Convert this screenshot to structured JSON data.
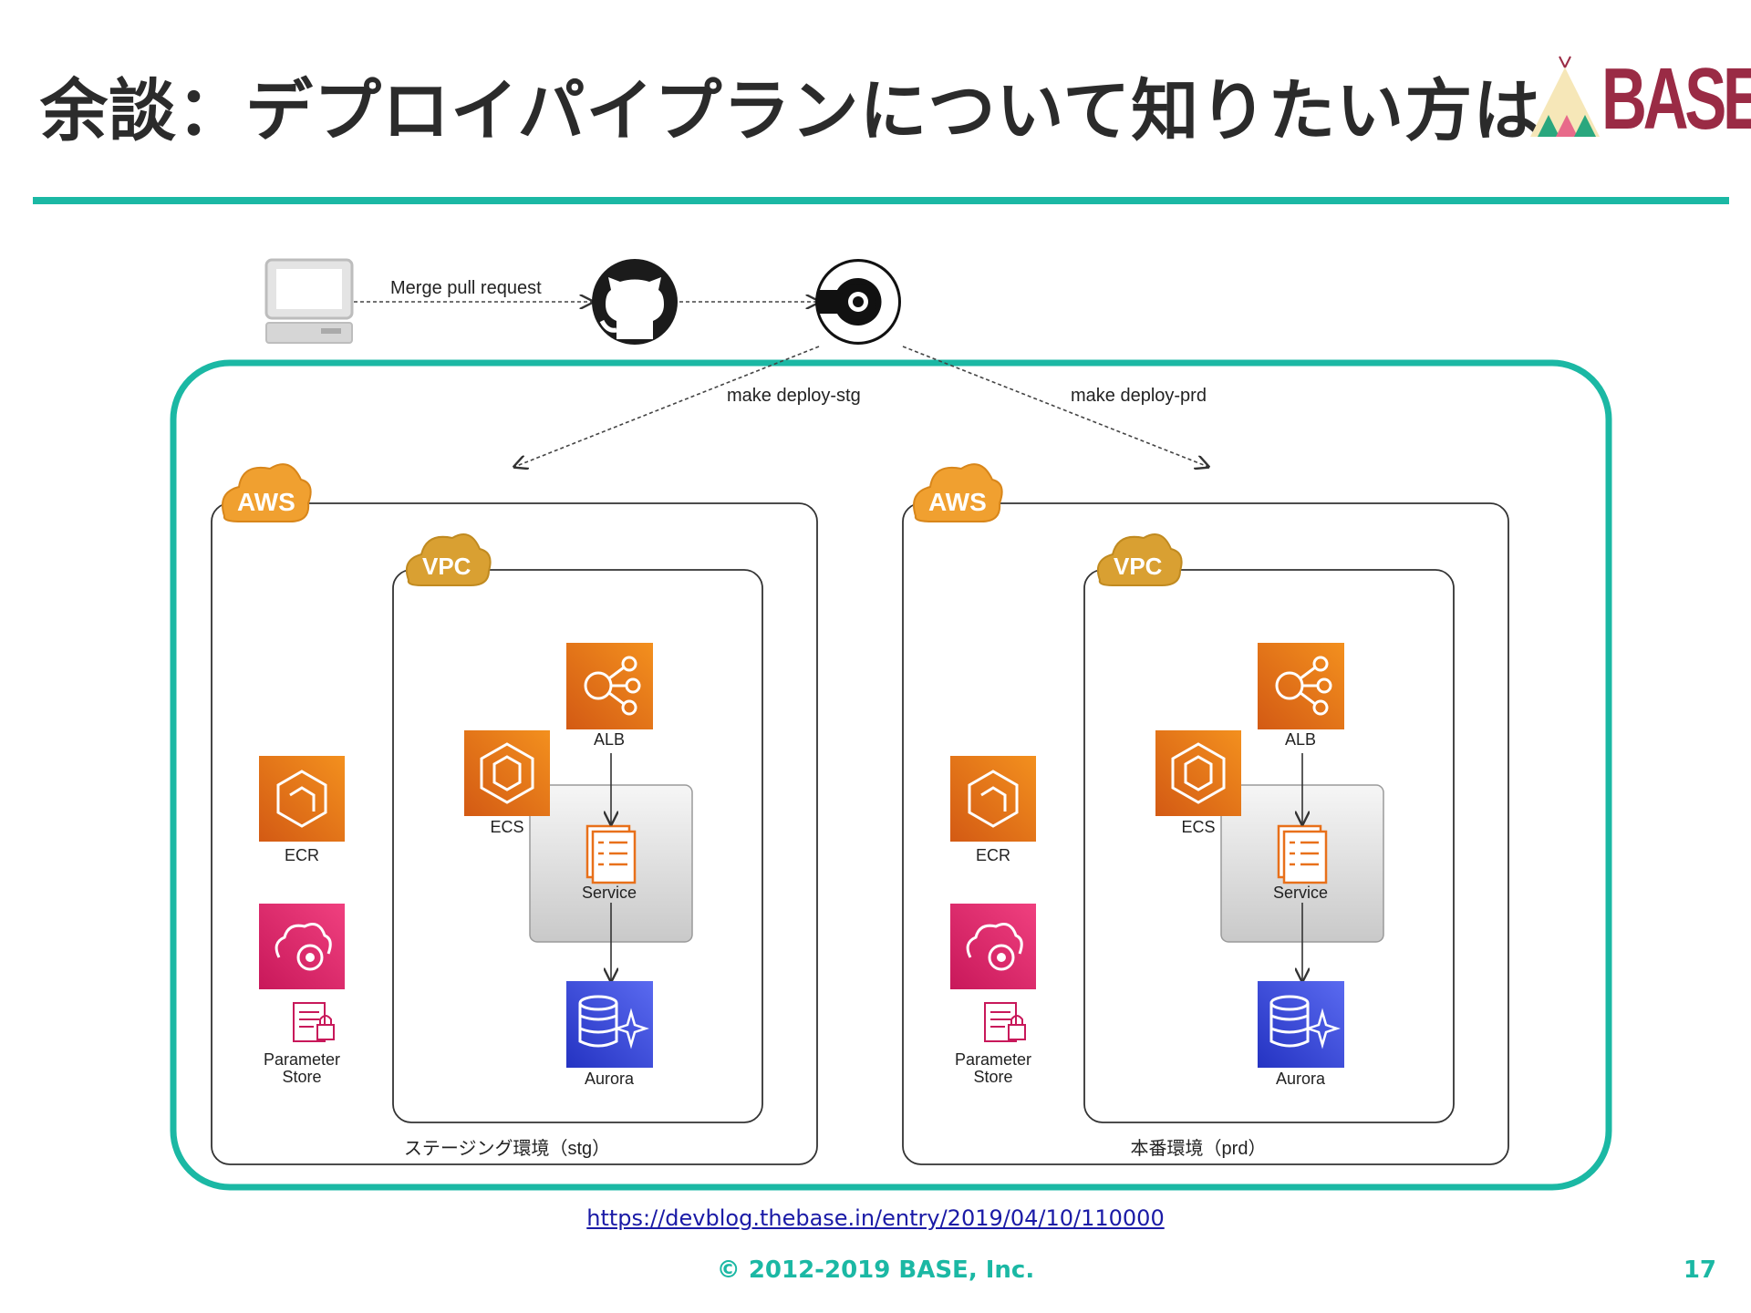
{
  "slide": {
    "title": "余談：デプロイパイプランについて知りたい方は",
    "logo_text": "BASE",
    "url": "https://devblog.thebase.in/entry/2019/04/10/110000",
    "footer": "© 2012-2019 BASE, Inc.",
    "page_number": "17"
  },
  "diagram": {
    "pipeline": {
      "merge_label": "Merge pull request",
      "deploy_stg_label": "make deploy-stg",
      "deploy_prd_label": "make deploy-prd",
      "icons": [
        "laptop-icon",
        "github-icon",
        "circleci-icon"
      ]
    },
    "environments": [
      {
        "cloud_label": "AWS",
        "vpc_label": "VPC",
        "ecr_label": "ECR",
        "param_label_1": "Parameter",
        "param_label_2": "Store",
        "alb_label": "ALB",
        "ecs_label": "ECS",
        "service_label": "Service",
        "aurora_label": "Aurora",
        "env_label": "ステージング環境（stg）"
      },
      {
        "cloud_label": "AWS",
        "vpc_label": "VPC",
        "ecr_label": "ECR",
        "param_label_1": "Parameter",
        "param_label_2": "Store",
        "alb_label": "ALB",
        "ecs_label": "ECS",
        "service_label": "Service",
        "aurora_label": "Aurora",
        "env_label": "本番環境（prd）"
      }
    ]
  },
  "colors": {
    "accent": "#1bb8a4",
    "orange": "#e8701a",
    "pink": "#d6246e",
    "blue": "#3b48d8",
    "aws_cloud": "#f0a030",
    "vpc_cloud": "#d9a032"
  }
}
